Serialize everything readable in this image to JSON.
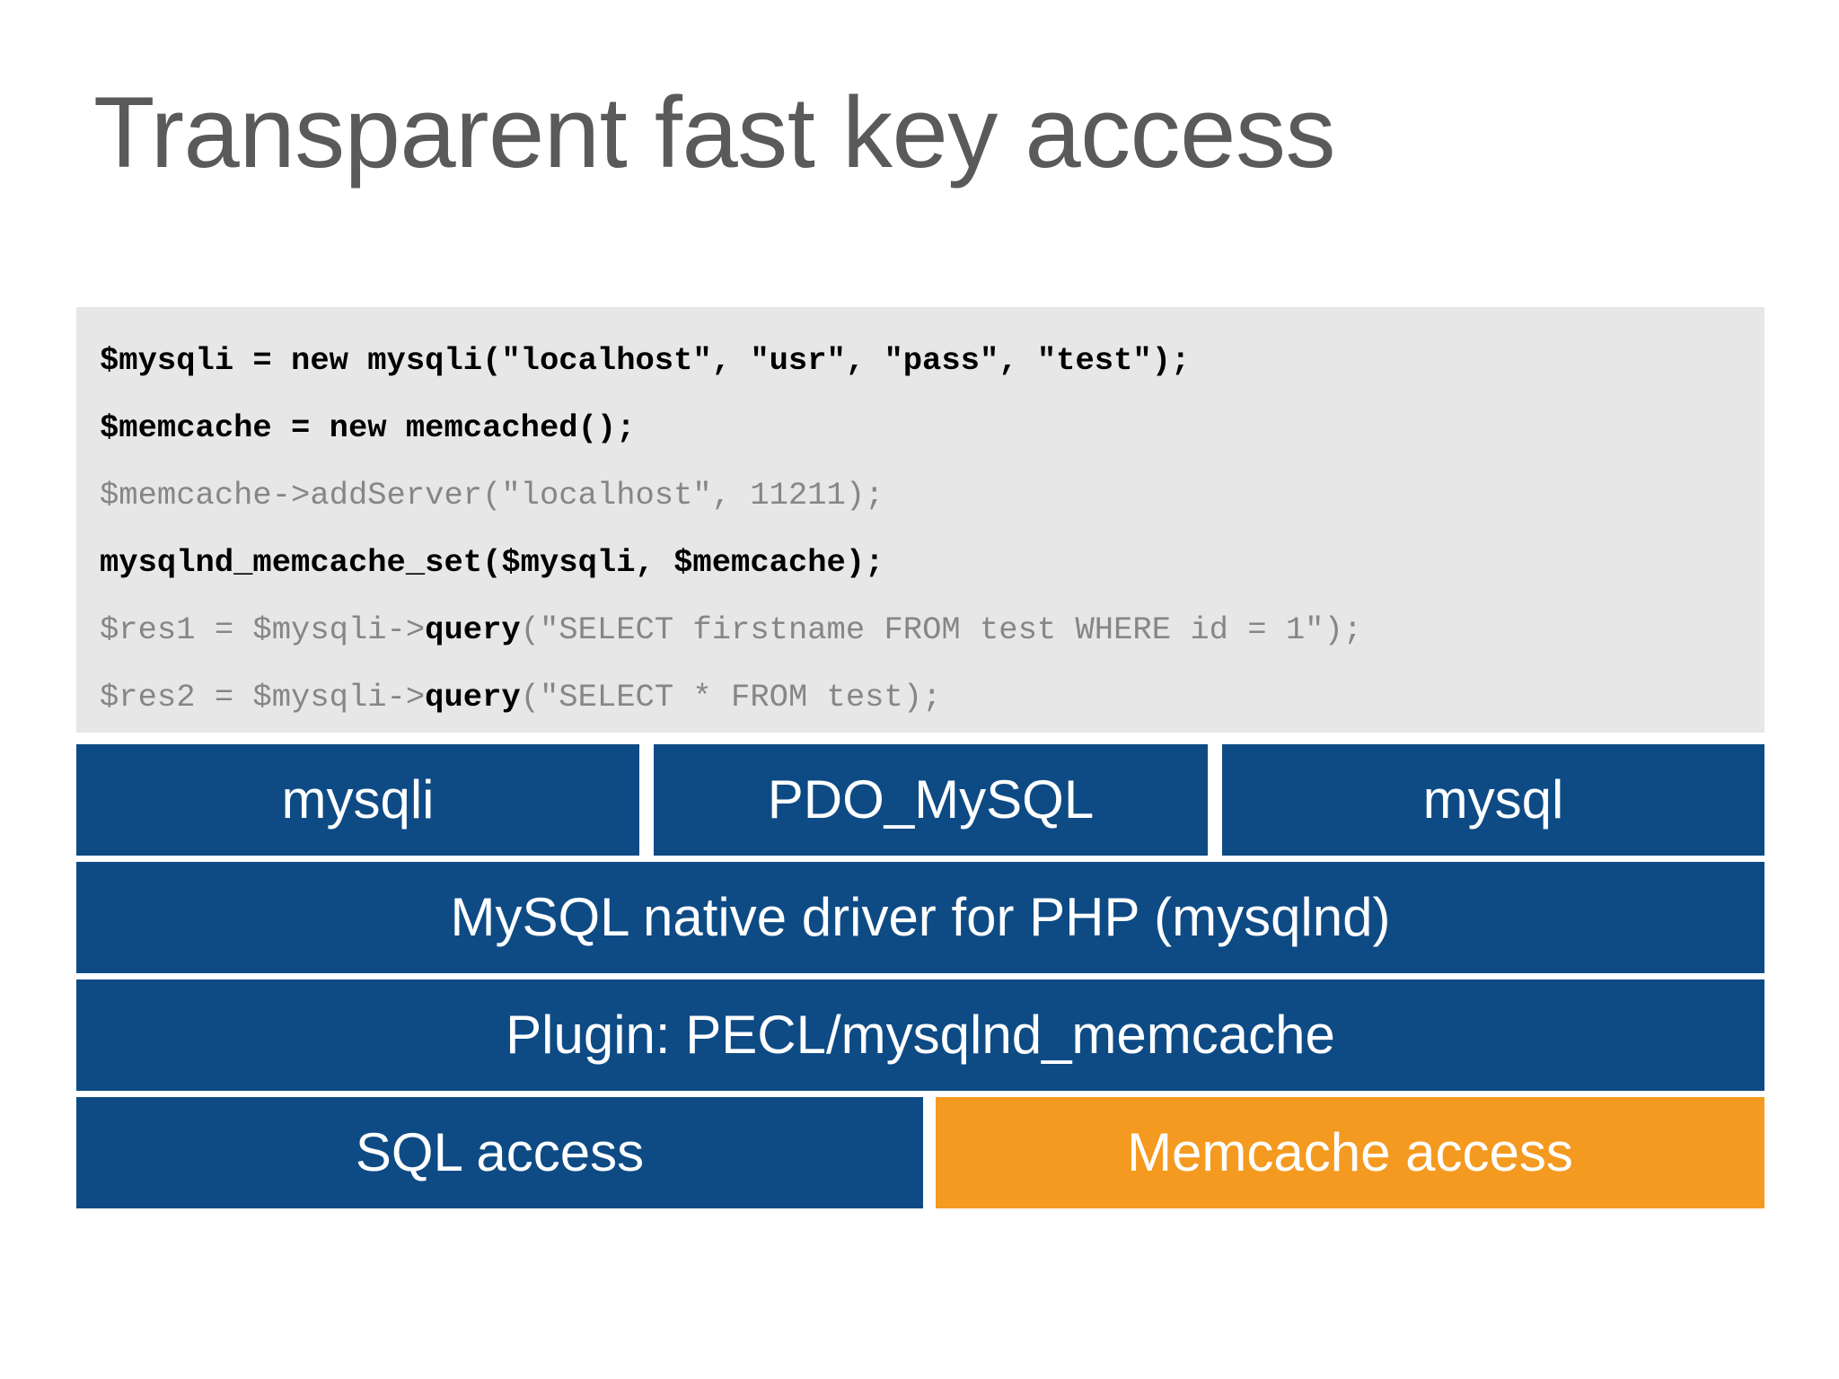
{
  "slide": {
    "title": "Transparent fast key access",
    "title_color": "#5a5a5a",
    "background_color": "#ffffff"
  },
  "code_block": {
    "background_color": "#e7e7e7",
    "bold_color": "#000000",
    "regular_color": "#868686",
    "lines": [
      {
        "style": "bold",
        "text": "$mysqli = new mysqli(\"localhost\", \"usr\", \"pass\", \"test\");"
      },
      {
        "style": "bold",
        "text": "$memcache = new memcached();"
      },
      {
        "style": "regular",
        "text": "$memcache->addServer(\"localhost\", 11211);"
      },
      {
        "style": "bold",
        "text": "mysqlnd_memcache_set($mysqli, $memcache);"
      },
      {
        "style": "mixed",
        "pre": "$res1 = $mysqli->",
        "keyword": "query",
        "post": "(\"SELECT firstname FROM test WHERE id = 1\");"
      },
      {
        "style": "mixed",
        "pre": "$res2 = $mysqli->",
        "keyword": "query",
        "post": "(\"SELECT * FROM test);"
      }
    ]
  },
  "stack": {
    "blue_color": "#0e4b85",
    "orange_color": "#f59a20",
    "text_color": "#ffffff",
    "row_extensions": [
      {
        "label": "mysqli"
      },
      {
        "label": "PDO_MySQL"
      },
      {
        "label": "mysql"
      }
    ],
    "row_driver": {
      "label": "MySQL native driver for PHP (mysqlnd)"
    },
    "row_plugin": {
      "label": "Plugin: PECL/mysqlnd_memcache"
    },
    "row_access": [
      {
        "label": "SQL access",
        "color": "blue"
      },
      {
        "label": "Memcache access",
        "color": "orange"
      }
    ]
  }
}
